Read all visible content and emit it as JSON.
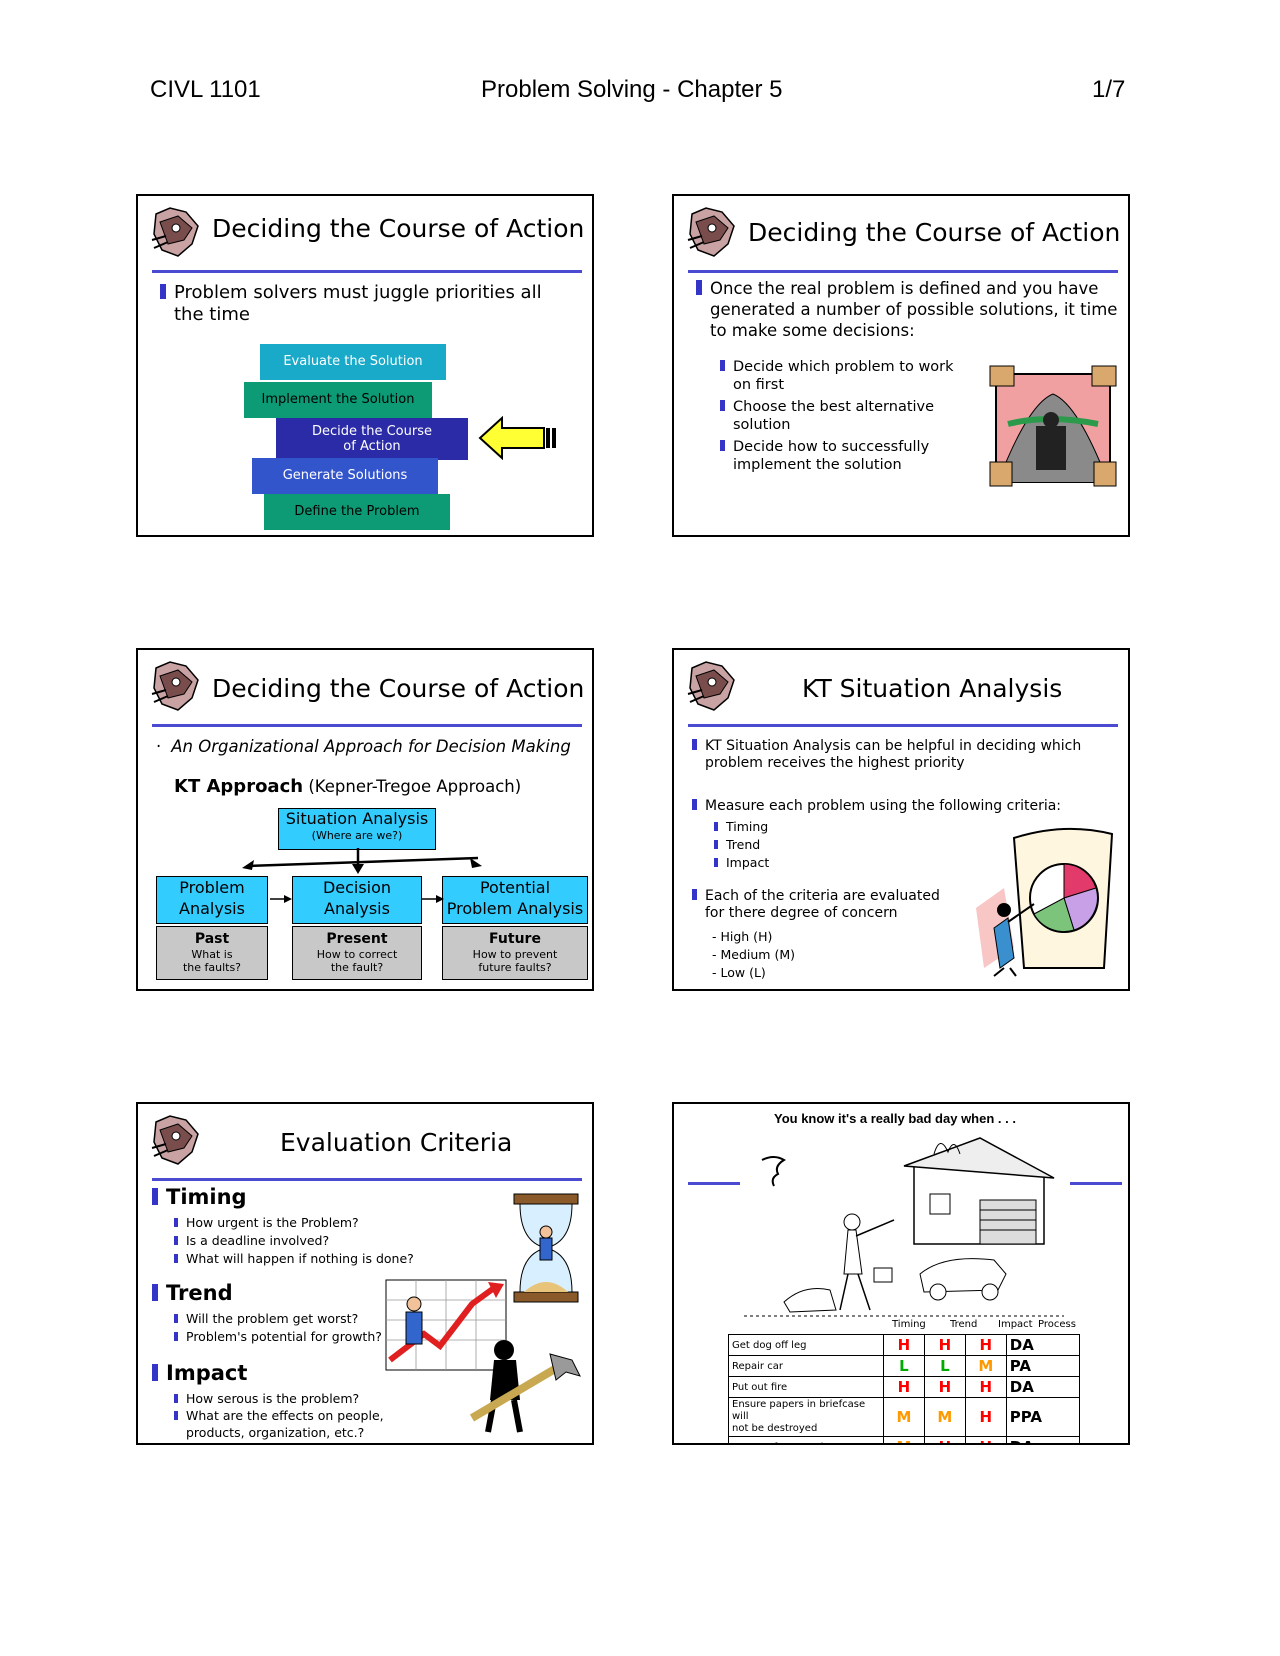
{
  "header": {
    "course": "CIVL 1101",
    "title": "Problem Solving - Chapter 5",
    "page": "1/7"
  },
  "slide1": {
    "title": "Deciding the Course of Action",
    "bullet": [
      "Problem solvers must juggle priorities all",
      "the time"
    ],
    "steps": [
      "Evaluate the Solution",
      "Implement the Solution",
      "Decide the Course",
      "of Action",
      "Generate Solutions",
      "Define the Problem"
    ]
  },
  "slide2": {
    "title": "Deciding the Course of Action",
    "bullet": [
      "Once the real problem is defined and you have",
      "generated a number of possible solutions, it time",
      "to make some decisions:"
    ],
    "subs": [
      [
        "Decide which problem to work",
        "on first"
      ],
      [
        "Choose the best alternative",
        "solution"
      ],
      [
        "Decide how to successfully",
        "implement the solution"
      ]
    ]
  },
  "slide3": {
    "title": "Deciding the Course of Action",
    "bullet": "An Organizational Approach for Decision Making",
    "approach_bold": "KT Approach",
    "approach_rest": " (Kepner-Tregoe Approach)",
    "situation": "Situation Analysis",
    "situation_sub": "(Where are we?)",
    "boxes": [
      {
        "top1": "Problem",
        "top2": "Analysis",
        "label": "Past",
        "q1": "What is",
        "q2": "the faults?"
      },
      {
        "top1": "Decision",
        "top2": "Analysis",
        "label": "Present",
        "q1": "How to correct",
        "q2": "the fault?"
      },
      {
        "top1": "Potential",
        "top2": "Problem Analysis",
        "label": "Future",
        "q1": "How to prevent",
        "q2": "future faults?"
      }
    ]
  },
  "slide4": {
    "title": "KT Situation Analysis",
    "b1": [
      "KT Situation Analysis can be helpful in deciding which",
      "problem receives the highest priority"
    ],
    "b2": "Measure each problem using the following criteria:",
    "criteria": [
      "Timing",
      "Trend",
      "Impact"
    ],
    "b3": [
      "Each of the criteria are evaluated",
      "for there degree of concern"
    ],
    "levels": [
      "High (H)",
      "Medium (M)",
      "Low (L)"
    ]
  },
  "slide5": {
    "title": "Evaluation Criteria",
    "timing": "Timing",
    "timing_items": [
      "How urgent is the Problem?",
      "Is a deadline involved?",
      "What will happen if nothing is done?"
    ],
    "trend": "Trend",
    "trend_items": [
      "Will the problem get worst?",
      "Problem's potential for growth?"
    ],
    "impact": "Impact",
    "impact_items": [
      "How serous is the problem?",
      "What are the effects on people,",
      "products, organization, etc.?"
    ]
  },
  "slide6": {
    "title": "You know it's a really bad day when . . .",
    "cols": [
      "Timing",
      "Trend",
      "Impact",
      "Process"
    ],
    "rows": [
      {
        "task": "Get dog off leg",
        "timing": "H",
        "trend": "H",
        "impact": "H",
        "process": "DA"
      },
      {
        "task": "Repair car",
        "timing": "L",
        "trend": "L",
        "impact": "M",
        "process": "PA"
      },
      {
        "task": "Put out fire",
        "timing": "H",
        "trend": "H",
        "impact": "H",
        "process": "DA"
      },
      {
        "task": "Ensure papers in briefcase will",
        "task2": "not be destroyed",
        "timing": "M",
        "trend": "M",
        "impact": "H",
        "process": "PPA"
      },
      {
        "task": "Prepare for tornado",
        "timing": "M",
        "trend": "H",
        "impact": "H",
        "process": "DA"
      }
    ],
    "colors": {
      "H": "#ff0000",
      "M": "#ff9900",
      "L": "#00aa00"
    }
  }
}
